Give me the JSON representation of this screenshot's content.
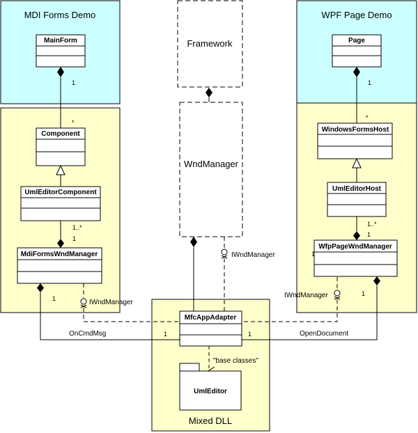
{
  "packages": {
    "mdi": "MDI Forms Demo",
    "wpf": "WPF Page Demo",
    "framework": "Framework",
    "wndmanager": "WndManager",
    "mixed_dll": "Mixed DLL"
  },
  "classes": {
    "mainform": "MainForm",
    "page": "Page",
    "component": "Component",
    "uml_editor_component": "UmlEditorComponent",
    "mdi_forms_wnd_manager": "MdiFormsWndManager",
    "windows_forms_host": "WindowsFormsHost",
    "uml_editor_host": "UmlEditorHost",
    "wfp_page_wnd_manager": "WfpPageWndManager",
    "mfc_app_adapter": "MfcAppAdapter",
    "uml_editor": "UmlEditor"
  },
  "multiplicities": {
    "mainform_one": "1",
    "component_many": "*",
    "uec_one_many": "1..*",
    "mdi_one": "1",
    "mdi_left_one": "1",
    "page_one": "1",
    "wfh_many": "*",
    "ueh_one_many": "1..*",
    "wfp_one": "1",
    "wfp_left_one": "1",
    "wfp_right_one": "1",
    "adapter_left_one": "1",
    "adapter_right_one": "1"
  },
  "labels": {
    "iwnd_center": "IWndManager",
    "iwnd_left": "IWndManager",
    "iwnd_right": "IWndManager",
    "on_cmd_msg": "OnCmdMsg",
    "open_document": "OpenDocument",
    "base_classes": "\"base classes\""
  },
  "colors": {
    "cyan_fill": "#ccffff",
    "yellow_fill": "#ffffcc",
    "line": "#000000"
  }
}
